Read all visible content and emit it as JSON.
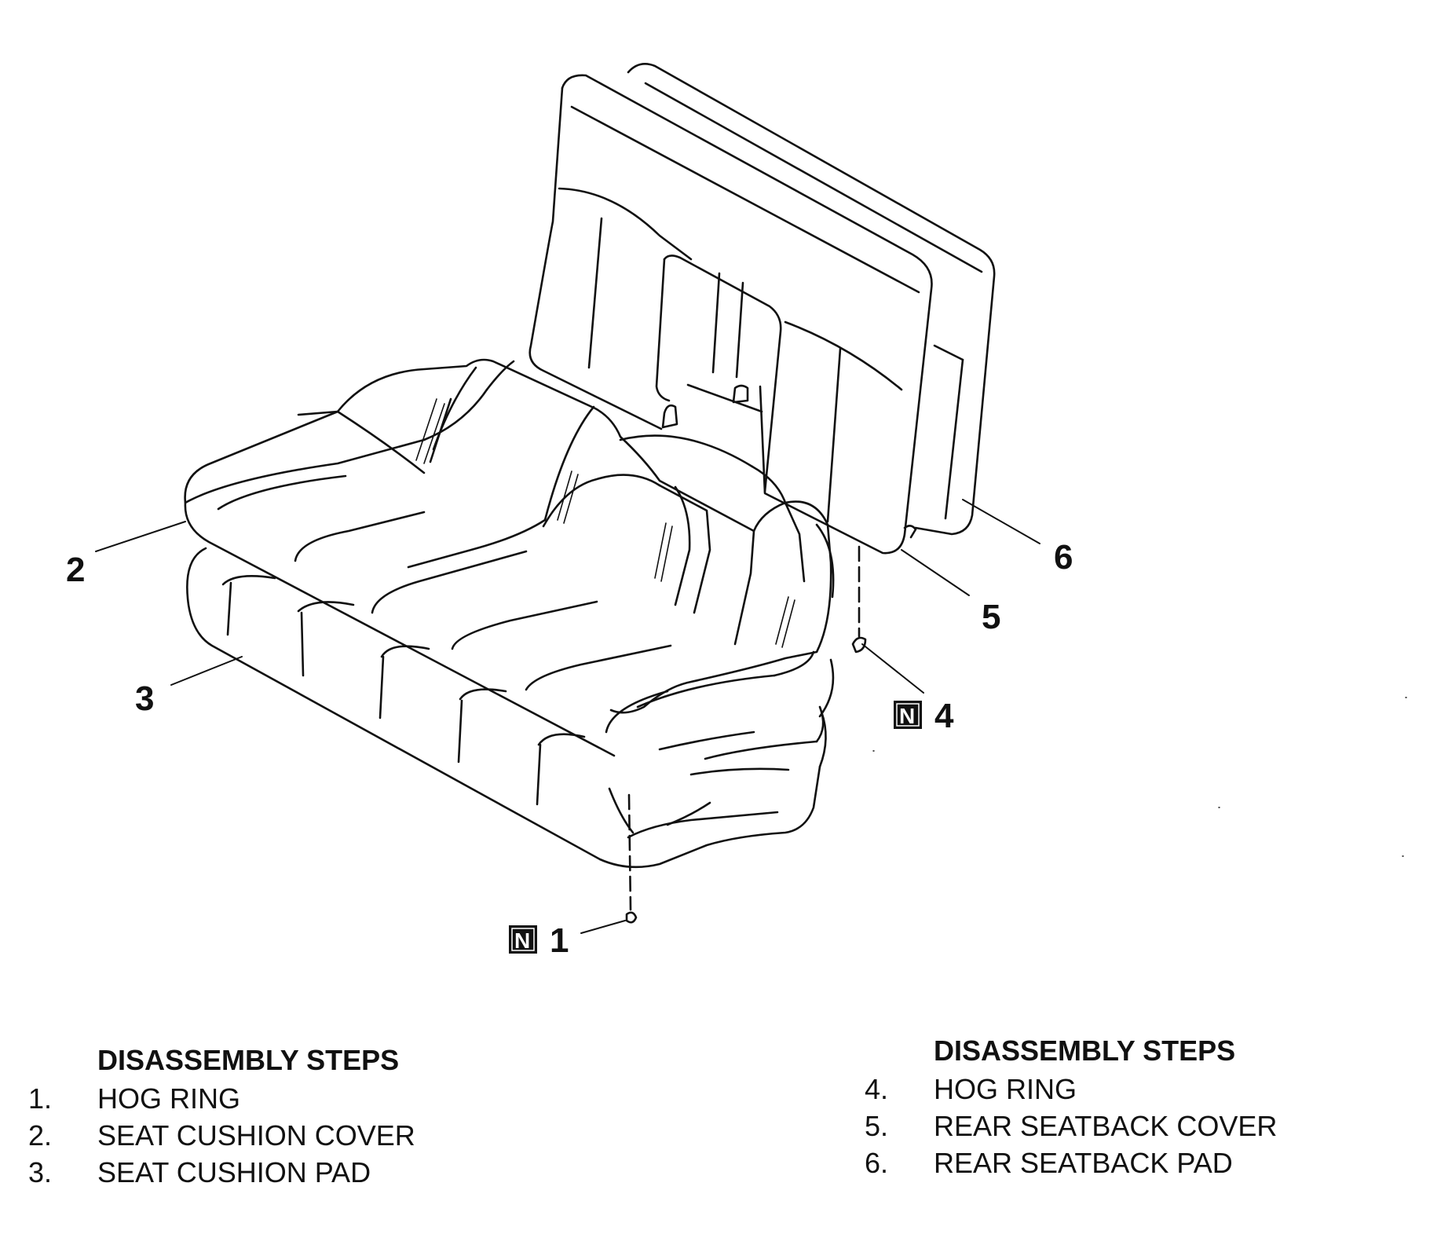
{
  "callouts": {
    "c1": "1",
    "c2": "2",
    "c3": "3",
    "c4": "4",
    "c5": "5",
    "c6": "6",
    "n_mark": "N"
  },
  "steps_left": {
    "heading": "DISASSEMBLY STEPS",
    "items": [
      {
        "num": "1.",
        "label": "HOG RING"
      },
      {
        "num": "2.",
        "label": "SEAT CUSHION COVER"
      },
      {
        "num": "3.",
        "label": "SEAT CUSHION PAD"
      }
    ]
  },
  "steps_right": {
    "heading": "DISASSEMBLY STEPS",
    "items": [
      {
        "num": "4.",
        "label": "HOG RING"
      },
      {
        "num": "5.",
        "label": "REAR SEATBACK COVER"
      },
      {
        "num": "6.",
        "label": "REAR SEATBACK PAD"
      }
    ]
  }
}
